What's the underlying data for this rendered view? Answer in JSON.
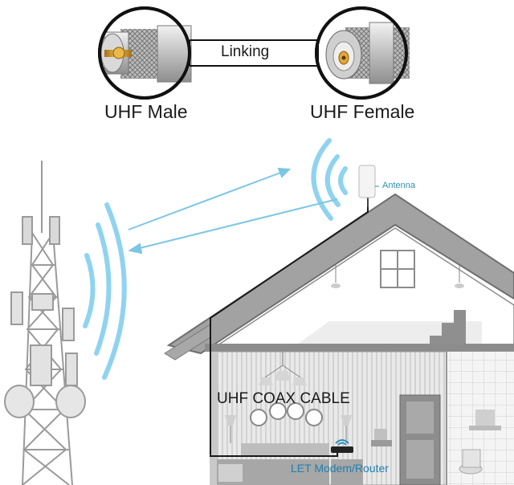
{
  "connectors": {
    "male_label": "UHF Male",
    "female_label": "UHF Female",
    "link_label": "Linking"
  },
  "house": {
    "antenna_label": "Antenna",
    "cable_label": "UHF COAX CABLE",
    "router_label": "LET Modem/Router"
  },
  "colors": {
    "signal": "#8fd3f0",
    "signal_arrow": "#7cc6e6",
    "label_blue": "#1f7fae",
    "structure_gray": "#9a9a9a",
    "roof_gray": "#8c8c8c",
    "cable": "#1a1a1a"
  }
}
